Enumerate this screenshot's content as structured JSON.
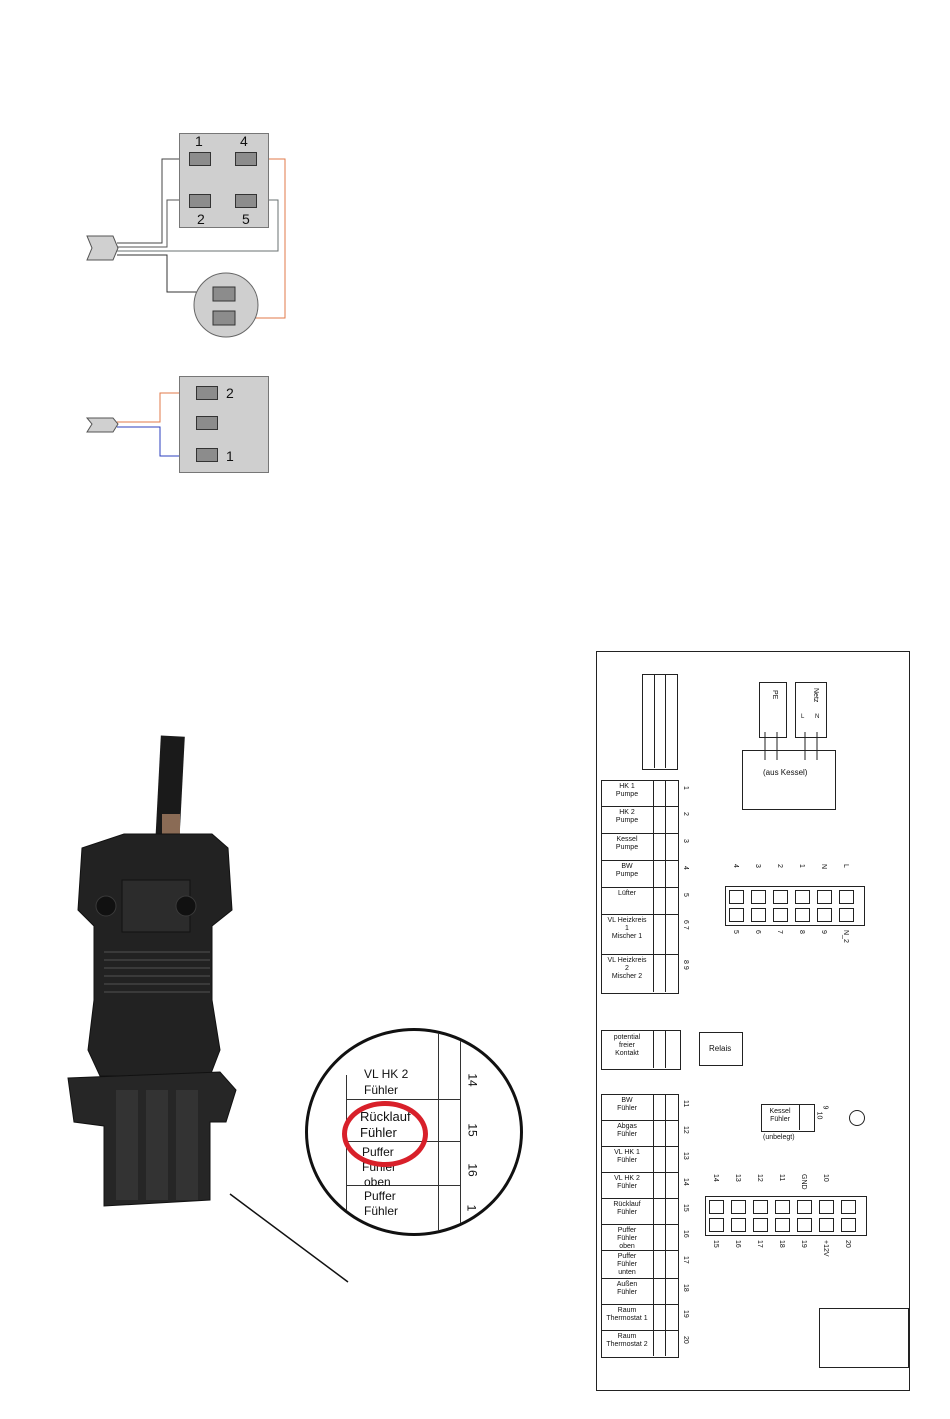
{
  "connector4": {
    "pin_top_left": "1",
    "pin_top_right": "4",
    "pin_bottom_left": "2",
    "pin_bottom_right": "5"
  },
  "connector3": {
    "pin_top": "2",
    "pin_bottom": "1"
  },
  "zoom": {
    "row_top": "VL HK 2",
    "row_top_sub": "Fühler",
    "row_mid": "Rücklauf",
    "row_mid_sub": "Fühler",
    "row_low": "Puffer",
    "row_low_sub": "Fühler",
    "row_low_sub2": "oben",
    "row_last": "Puffer",
    "row_last_sub": "Fühler",
    "num_14": "14",
    "num_15": "15",
    "num_16": "16",
    "num_1": "1"
  },
  "panel": {
    "pe": "PE",
    "netz": "Netz",
    "aus_kessel": "(aus Kessel)",
    "netz_L": "L",
    "netz_N": "N",
    "relais": "Relais",
    "kessel_fuehler": "Kessel Fühler",
    "unbelegt": "(unbelegt)",
    "pin_9": "9",
    "pin_10": "10",
    "top_rows": [
      {
        "label": "HK 1\nPumpe",
        "num": "1"
      },
      {
        "label": "HK 2\nPumpe",
        "num": "2"
      },
      {
        "label": "Kessel\nPumpe",
        "num": "3"
      },
      {
        "label": "BW\nPumpe",
        "num": "4"
      },
      {
        "label": "Lüfter",
        "num": "5"
      },
      {
        "label": "VL Heizkreis\n1\nMischer 1",
        "num": "6 7"
      },
      {
        "label": "VL Heizkreis\n2\nMischer 2",
        "num": "8 9"
      }
    ],
    "potential": "potential\nfreier\nKontakt",
    "bottom_rows": [
      {
        "label": "BW\nFühler",
        "num": "11"
      },
      {
        "label": "Abgas\nFühler",
        "num": "12"
      },
      {
        "label": "VL HK 1\nFühler",
        "num": "13"
      },
      {
        "label": "VL HK 2\nFühler",
        "num": "14"
      },
      {
        "label": "Rücklauf\nFühler",
        "num": "15"
      },
      {
        "label": "Puffer\nFühler\noben",
        "num": "16"
      },
      {
        "label": "Puffer\nFühler\nunten",
        "num": "17"
      },
      {
        "label": "Außen\nFühler",
        "num": "18"
      },
      {
        "label": "Raum\nThermostat 1",
        "num": "19"
      },
      {
        "label": "Raum\nThermostat 2",
        "num": "20"
      }
    ],
    "block1_top": [
      "4",
      "3",
      "2",
      "1",
      "N",
      "L"
    ],
    "block1_bottom": [
      "5",
      "6",
      "7",
      "8",
      "9",
      "N_2"
    ],
    "block2_top": [
      "14",
      "13",
      "12",
      "11",
      "GND",
      "10"
    ],
    "block2_bottom": [
      "15",
      "16",
      "17",
      "18",
      "19",
      "+12V",
      "20"
    ]
  },
  "colors": {
    "orange_wire": "#e07a4a",
    "blue_wire": "#2b3fbf",
    "red_circle": "#d8202a"
  }
}
